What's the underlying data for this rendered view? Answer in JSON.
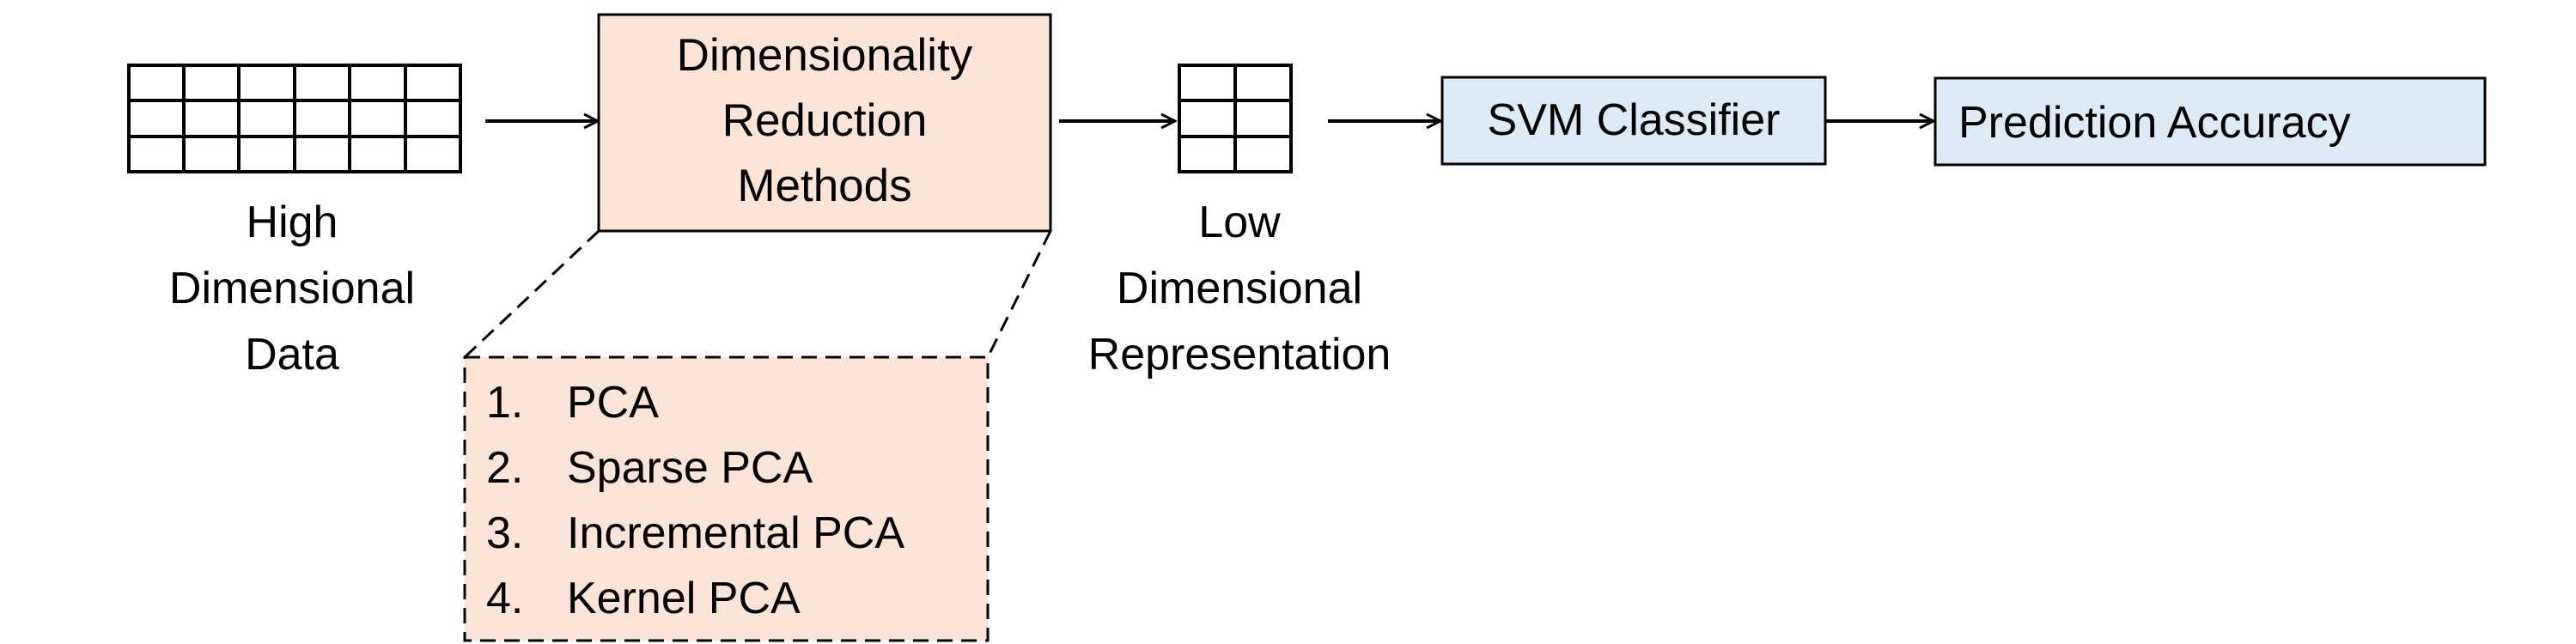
{
  "colors": {
    "reduction_fill": "#FCE4D6",
    "classifier_fill": "#DDEBF7",
    "stroke": "#000000"
  },
  "input": {
    "label_lines": [
      "High",
      "Dimensional",
      "Data"
    ]
  },
  "reduction": {
    "title_lines": [
      "Dimensionality",
      "Reduction",
      "Methods"
    ],
    "methods": [
      {
        "num": "1.",
        "label": "PCA"
      },
      {
        "num": "2.",
        "label": "Sparse PCA"
      },
      {
        "num": "3.",
        "label": "Incremental PCA"
      },
      {
        "num": "4.",
        "label": "Kernel PCA"
      }
    ]
  },
  "output": {
    "label_lines": [
      "Low",
      "Dimensional",
      "Representation"
    ]
  },
  "classifier": {
    "label": "SVM Classifier"
  },
  "result": {
    "label": "Prediction Accuracy"
  },
  "icons": {
    "input_grid": "high-dimensional-data-grid-icon",
    "output_grid": "low-dimensional-grid-icon",
    "arrow": "right-arrow-icon"
  }
}
